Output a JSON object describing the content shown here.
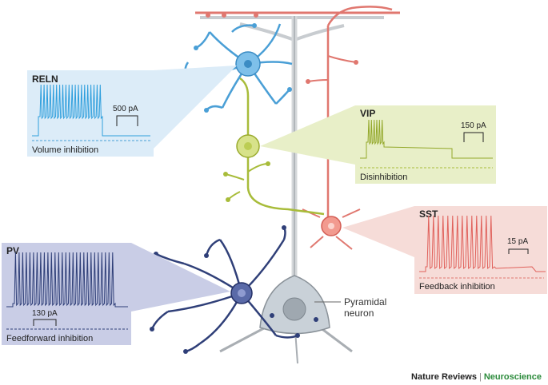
{
  "colors": {
    "reln": "#4a9fd6",
    "reln_box": "#dcecf8",
    "vip": "#a8bc3a",
    "vip_box": "#e8efc8",
    "sst": "#e0776f",
    "sst_box": "#f6dcd8",
    "pv": "#2f3f78",
    "pv_box": "#c9cde6",
    "pyramidal": "#a9aeb3"
  },
  "panels": {
    "reln": {
      "title": "RELN",
      "current": "500 pA",
      "caption": "Volume inhibition"
    },
    "vip": {
      "title": "VIP",
      "current": "150 pA",
      "caption": "Disinhibition"
    },
    "sst": {
      "title": "SST",
      "current": "15 pA",
      "caption": "Feedback inhibition"
    },
    "pv": {
      "title": "PV",
      "current": "130 pA",
      "caption": "Feedforward inhibition"
    }
  },
  "labels": {
    "pyramidal_line1": "Pyramidal",
    "pyramidal_line2": "neuron"
  },
  "footer": {
    "publisher": "Nature Reviews",
    "separator": "|",
    "journal": "Neuroscience"
  }
}
